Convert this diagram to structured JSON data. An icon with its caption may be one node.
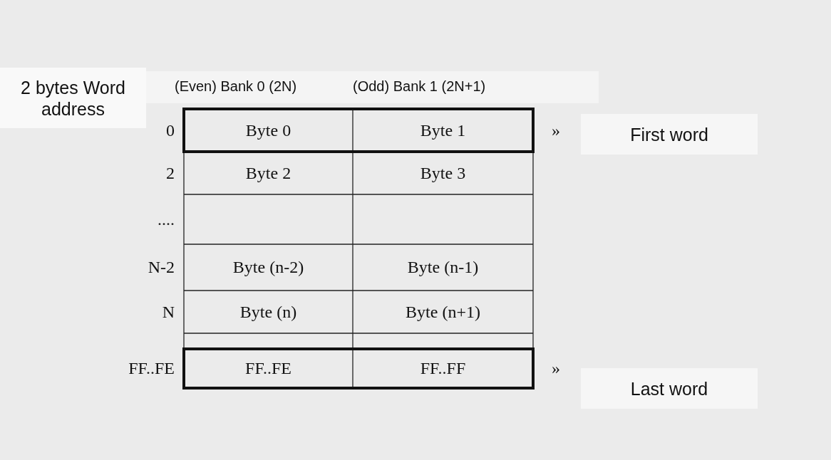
{
  "diagram": {
    "nodes": [
      {
        "text": [
          "2 bytes Word address"
        ]
      },
      {
        "text": [
          "(Even) Bank 0 (2N)",
          "(Odd) Bank 1 (2N+1)"
        ]
      },
      {
        "text": [
          "First word"
        ]
      },
      {
        "text": [
          "Last word"
        ]
      }
    ],
    "labels": [
      "0",
      "Byte 0",
      "Byte 1",
      "»",
      "2",
      "Byte 2",
      "Byte 3",
      "....",
      "N-2",
      "Byte (n-2)",
      "Byte (n-1)",
      "N",
      "Byte (n)",
      "Byte (n+1)",
      "FF..FE",
      "FF..FE",
      "FF..FF",
      "»"
    ]
  }
}
